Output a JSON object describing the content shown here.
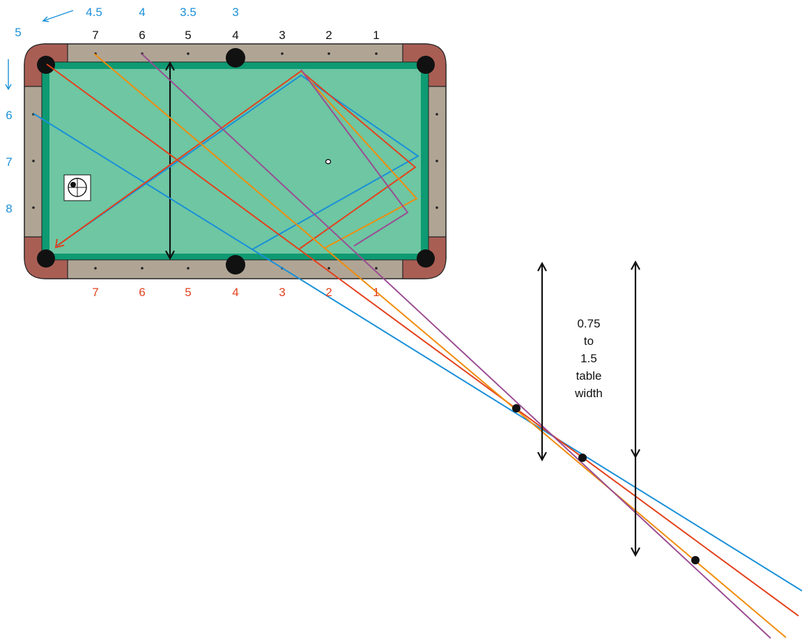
{
  "colors": {
    "felt": "#6ec6a2",
    "rail": "#b0a595",
    "corner": "#a95e54",
    "cushion": "#0e9a72",
    "blue": "#1a90d8",
    "red": "#e2411c",
    "orange": "#f08c0c",
    "purple": "#9a4c92",
    "black": "#111111"
  },
  "labels": {
    "top_diamonds": [
      "7",
      "6",
      "5",
      "4",
      "3",
      "2",
      "1"
    ],
    "bottom_diamonds": [
      "7",
      "6",
      "5",
      "4",
      "3",
      "2",
      "1"
    ],
    "top_system": [
      "4.5",
      "4",
      "3.5",
      "3"
    ],
    "left_system": [
      "5",
      "6",
      "7",
      "8"
    ]
  },
  "annotation": {
    "line1": "0.75",
    "line2": "to",
    "line3": "1.5",
    "line4": "table",
    "line5": "width"
  },
  "icons": {
    "target": "cue-ball-target-icon",
    "corner_arrow": "arrow-down-left-icon",
    "left_arrow": "arrow-down-icon"
  }
}
